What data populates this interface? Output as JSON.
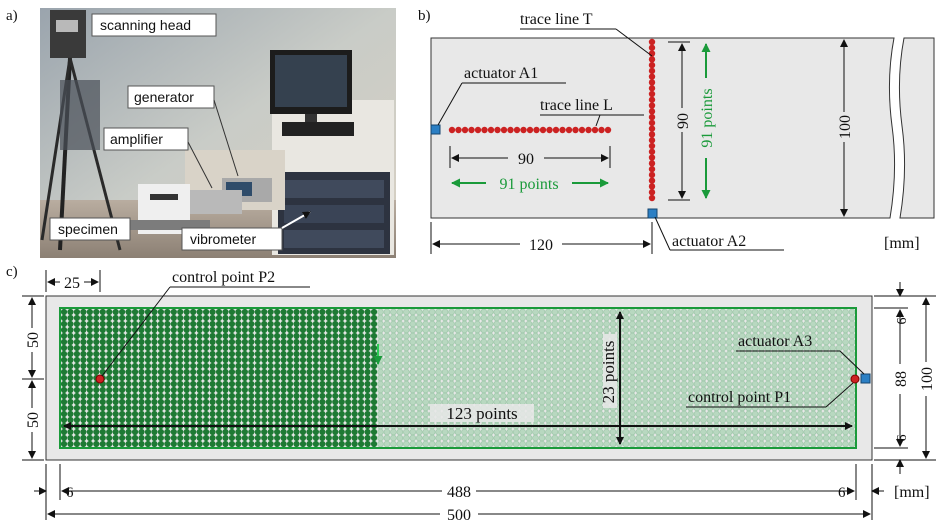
{
  "panels": {
    "a": "a)",
    "b": "b)",
    "c": "c)"
  },
  "photo": {
    "labels": {
      "scanning_head": "scanning head",
      "generator": "generator",
      "amplifier": "amplifier",
      "specimen": "specimen",
      "vibrometer": "vibrometer"
    }
  },
  "panel_b": {
    "trace_T": "trace line T",
    "trace_L": "trace line L",
    "actuator_A1": "actuator A1",
    "actuator_A2": "actuator A2",
    "dim_90_h": "90",
    "dim_90_v": "90",
    "dim_100": "100",
    "dim_120": "120",
    "points_h": "91 points",
    "points_v": "91 points",
    "unit": "[mm]",
    "trace_L_count": 91,
    "trace_T_count": 91
  },
  "panel_c": {
    "dim_25": "25",
    "control_P2": "control point P2",
    "control_P1": "control point P1",
    "actuator_A3": "actuator A3",
    "points_123": "123 points",
    "points_23": "23 points",
    "dim_50_top": "50",
    "dim_50_bot": "50",
    "dim_6_top": "6",
    "dim_88": "88",
    "dim_6_bot": "6",
    "dim_100": "100",
    "dim_6_left": "6",
    "dim_488": "488",
    "dim_6_right": "6",
    "dim_500": "500",
    "unit": "[mm]",
    "grid_cols": 123,
    "grid_rows": 23,
    "scanned_cols": 49
  },
  "colors": {
    "trace_red": "#cc2222",
    "actuator_blue": "#2b7fc4",
    "dim_green": "#1a9a3a",
    "grid_dark": "#1e7a34",
    "grid_light": "#b8d8c0",
    "plate": "#e8e8e8"
  }
}
